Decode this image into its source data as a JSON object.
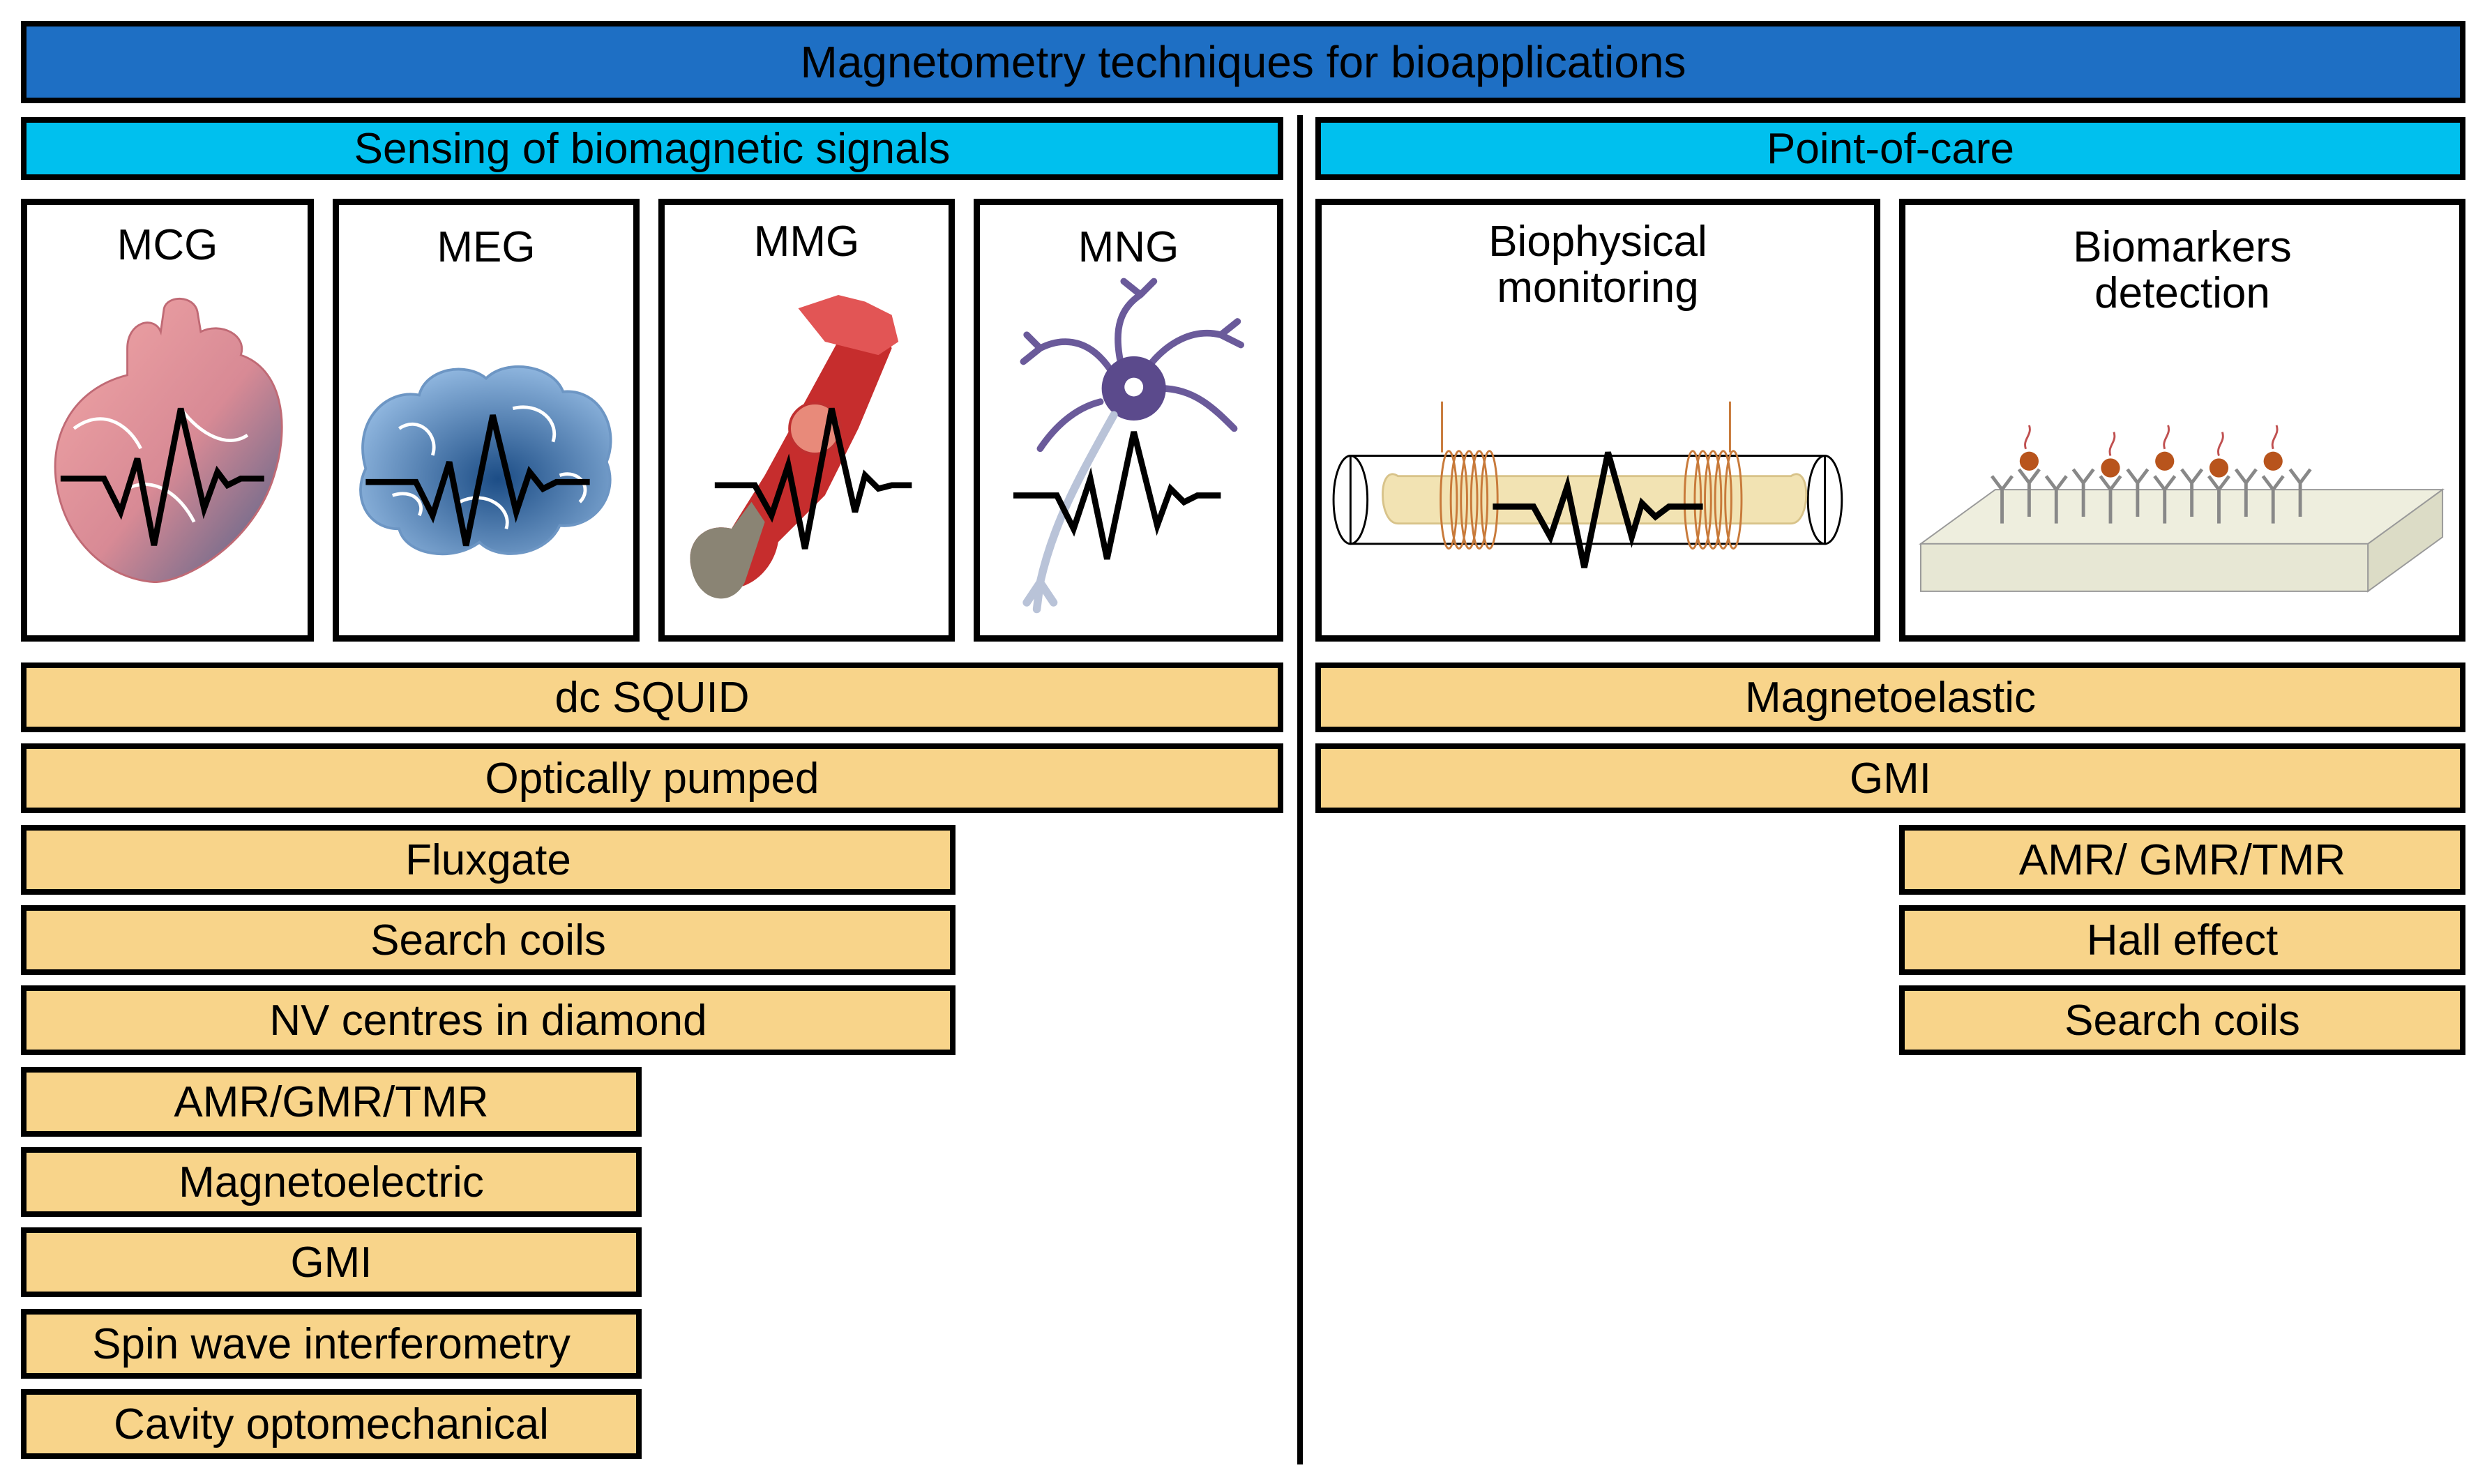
{
  "title": "Magnetometry techniques for bioapplications",
  "left": {
    "header": "Sensing of biomagnetic signals",
    "panels": [
      {
        "label": "MCG",
        "icon": "heart-icon"
      },
      {
        "label": "MEG",
        "icon": "brain-icon"
      },
      {
        "label": "MMG",
        "icon": "muscle-icon"
      },
      {
        "label": "MNG",
        "icon": "neuron-icon"
      }
    ],
    "techniques": [
      "dc SQUID",
      "Optically pumped",
      "Fluxgate",
      "Search coils",
      "NV centres in diamond",
      "AMR/GMR/TMR",
      "Magnetoelectric",
      "GMI",
      "Spin wave interferometry",
      "Cavity optomechanical"
    ]
  },
  "right": {
    "header": "Point-of-care",
    "panels": [
      {
        "label_line1": "Biophysical",
        "label_line2": "monitoring",
        "icon": "bone-coil-icon"
      },
      {
        "label_line1": "Biomarkers",
        "label_line2": "detection",
        "icon": "antibody-substrate-icon"
      }
    ],
    "techniques": [
      "Magnetoelastic",
      "GMI",
      "AMR/ GMR/TMR",
      "Hall effect",
      "Search coils"
    ]
  },
  "colors": {
    "title_bg": "#1e6fc4",
    "section_bg": "#00c0ee",
    "bar_bg": "#f8d48a"
  }
}
